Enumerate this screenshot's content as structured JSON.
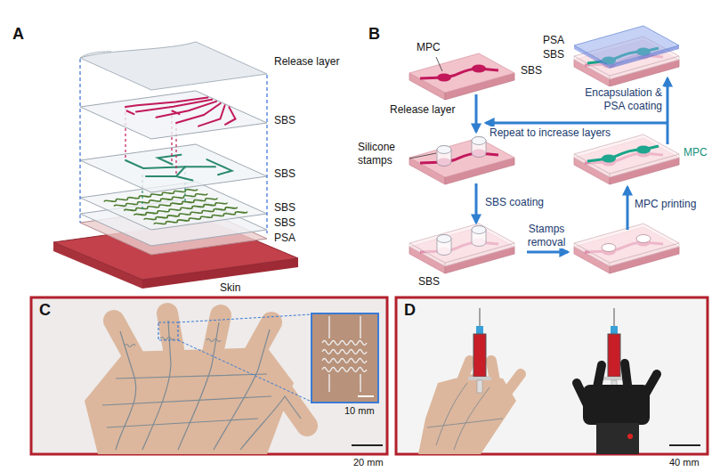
{
  "diagram": {
    "labels": [
      "A",
      "Release layer",
      "SBS",
      "SBS",
      "SBS",
      "SBS",
      "PSA",
      "Skin",
      "B",
      "MPC",
      "SBS",
      "Release layer",
      "PSA",
      "SBS",
      "Encapsulation & PSA coating",
      "Repeat to increase layers",
      "Silicone stamps",
      "MPC",
      "SBS coating",
      "Stamps removal",
      "MPC printing",
      "SBS",
      "C",
      "10 mm",
      "20 mm",
      "D",
      "40 mm"
    ]
  }
}
